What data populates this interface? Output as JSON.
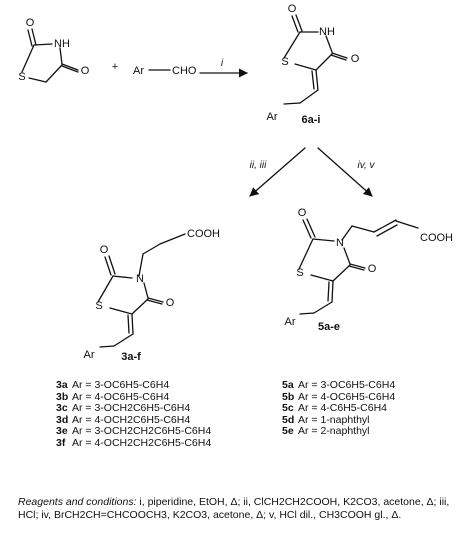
{
  "reactant": {
    "atoms": {
      "o1": "O",
      "nh": "NH",
      "s": "S",
      "o2": "O"
    },
    "plus": "+",
    "ar": "Ar",
    "cho": "CHO"
  },
  "arrows": {
    "step1": "i",
    "step2": "ii, iii",
    "step3": "iv, v"
  },
  "compound6": {
    "atoms": {
      "o1": "O",
      "nh": "NH",
      "s": "S",
      "o2": "O",
      "ar": "Ar"
    },
    "label": "6a-i"
  },
  "compound3": {
    "atoms": {
      "o1": "O",
      "n": "N",
      "s": "S",
      "o2": "O",
      "ar": "Ar",
      "cooh": "COOH"
    },
    "label": "3a-f"
  },
  "compound5": {
    "atoms": {
      "o1": "O",
      "n": "N",
      "s": "S",
      "o2": "O",
      "ar": "Ar",
      "cooh": "COOH"
    },
    "label": "5a-e"
  },
  "list3": [
    {
      "code": "3a",
      "text": "Ar = 3-OC6H5-C6H4"
    },
    {
      "code": "3b",
      "text": "Ar = 4-OC6H5-C6H4"
    },
    {
      "code": "3c",
      "text": "Ar = 3-OCH2C6H5-C6H4"
    },
    {
      "code": "3d",
      "text": "Ar = 4-OCH2C6H5-C6H4"
    },
    {
      "code": "3e",
      "text": "Ar = 3-OCH2CH2C6H5-C6H4"
    },
    {
      "code": "3f",
      "text": "Ar = 4-OCH2CH2C6H5-C6H4"
    }
  ],
  "list5": [
    {
      "code": "5a",
      "text": "Ar = 3-OC6H5-C6H4"
    },
    {
      "code": "5b",
      "text": "Ar = 4-OC6H5-C6H4"
    },
    {
      "code": "5c",
      "text": "Ar = 4-C6H5-C6H4"
    },
    {
      "code": "5d",
      "text": "Ar = 1-naphthyl"
    },
    {
      "code": "5e",
      "text": "Ar = 2-naphthyl"
    }
  ],
  "footer": {
    "lead": "Reagents and conditions:",
    "text": " i, piperidine, EtOH, Δ; ii, ClCH2CH2COOH, K2CO3, acetone, Δ; iii, HCl; iv, BrCH2CH=CHCOOCH3, K2CO3, acetone, Δ; v, HCl dil., CH3COOH gl., Δ."
  }
}
